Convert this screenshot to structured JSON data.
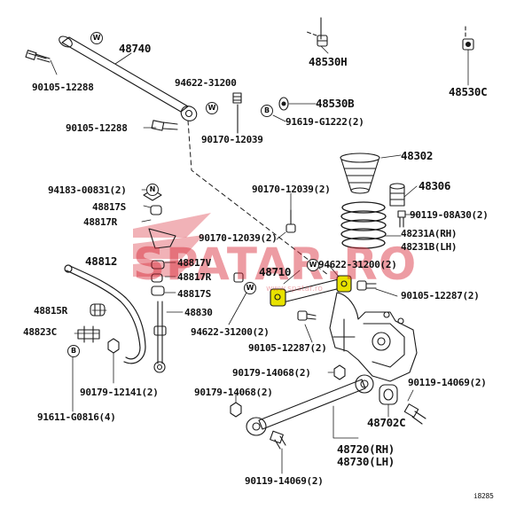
{
  "colors": {
    "ink": "#111111",
    "highlight": "#e8e200",
    "watermark": "#d72332"
  },
  "watermark": {
    "text": "SPATAR.RO",
    "subtitle": "www.spatar.ro",
    "icon": "watermark-logo"
  },
  "parts": {
    "p48740": "48740",
    "p90105_12288_a": "90105-12288",
    "p90105_12288_b": "90105-12288",
    "p94622_31200_top": "94622-31200",
    "p90170_12039_top": "90170-12039",
    "p48530h": "48530H",
    "p48530b": "48530B",
    "p91619": "91619-G1222(2)",
    "p48530c": "48530C",
    "p48302": "48302",
    "p48306": "48306",
    "p90119_08a30": "90119-08A30(2)",
    "p48231a": "48231A(RH)",
    "p48231b": "48231B(LH)",
    "p94183": "94183-00831(2)",
    "p48817s_a": "48817S",
    "p48817r_a": "48817R",
    "p90170_12039_2a": "90170-12039(2)",
    "p90170_12039_2b": "90170-12039(2)",
    "p94622_31200_2a": "94622-31200(2)",
    "p48710": "48710",
    "p48812": "48812",
    "p48817v": "48817V",
    "p48817r_b": "48817R",
    "p48817s_b": "48817S",
    "p48830": "48830",
    "p48815r": "48815R",
    "p48823c": "48823C",
    "p90105_12287_a": "90105-12287(2)",
    "p90105_12287_b": "90105-12287(2)",
    "p94622_31200_2b": "94622-31200(2)",
    "p90179_14068_a": "90179-14068(2)",
    "p90179_12141": "90179-12141(2)",
    "p90179_14068_b": "90179-14068(2)",
    "p90119_14069_a": "90119-14069(2)",
    "p48702c": "48702C",
    "p91611": "91611-G0816(4)",
    "p48720": "48720(RH)",
    "p48730": "48730(LH)",
    "p90119_14069_b": "90119-14069(2)",
    "ref": "i8285"
  },
  "symbols": {
    "w1": "W",
    "w2": "W",
    "w3": "W",
    "w4": "W",
    "b1": "B",
    "b2": "B",
    "n1": "N"
  }
}
